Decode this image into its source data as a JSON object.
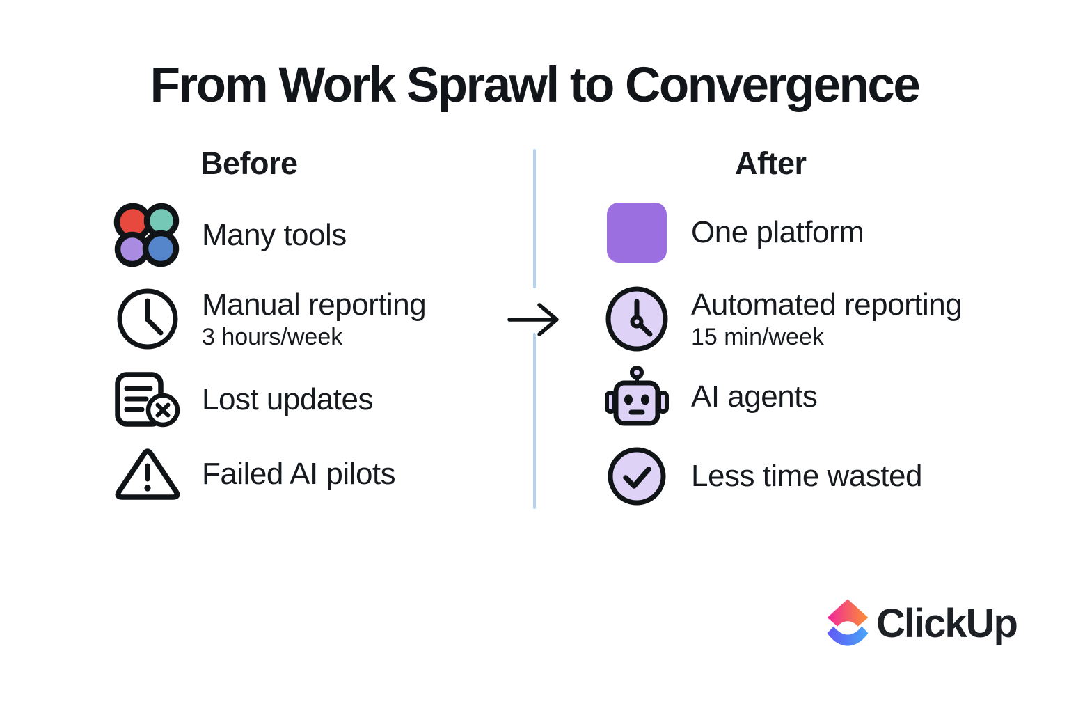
{
  "title": "From Work Sprawl to Convergence",
  "before": {
    "heading": "Before",
    "items": [
      {
        "icon": "many-tools-icon",
        "label": "Many tools"
      },
      {
        "icon": "clock-icon",
        "label": "Manual reporting",
        "sub": "3 hours/week"
      },
      {
        "icon": "lost-document-icon",
        "label": "Lost updates"
      },
      {
        "icon": "warning-triangle-icon",
        "label": "Failed AI pilots"
      }
    ]
  },
  "after": {
    "heading": "After",
    "items": [
      {
        "icon": "platform-square-icon",
        "label": "One platform"
      },
      {
        "icon": "clock-icon",
        "label": "Automated reporting",
        "sub": "15 min/week"
      },
      {
        "icon": "robot-icon",
        "label": "AI agents"
      },
      {
        "icon": "check-circle-icon",
        "label": "Less time wasted"
      }
    ]
  },
  "footer": {
    "brand": "ClickUp"
  },
  "colors": {
    "text": "#16191d",
    "accent_purple": "#9b6fe0",
    "lavender_fill": "#ded2f7",
    "divider_blue": "#b5d3f0",
    "tool_red": "#e8493e",
    "tool_teal": "#74c8b5",
    "tool_purple": "#a98ce2",
    "tool_blue": "#5585ca",
    "brand_pink": "#f0269e",
    "brand_orange": "#fb9133",
    "brand_indigo": "#6157f6",
    "brand_blue": "#49a6f8"
  }
}
